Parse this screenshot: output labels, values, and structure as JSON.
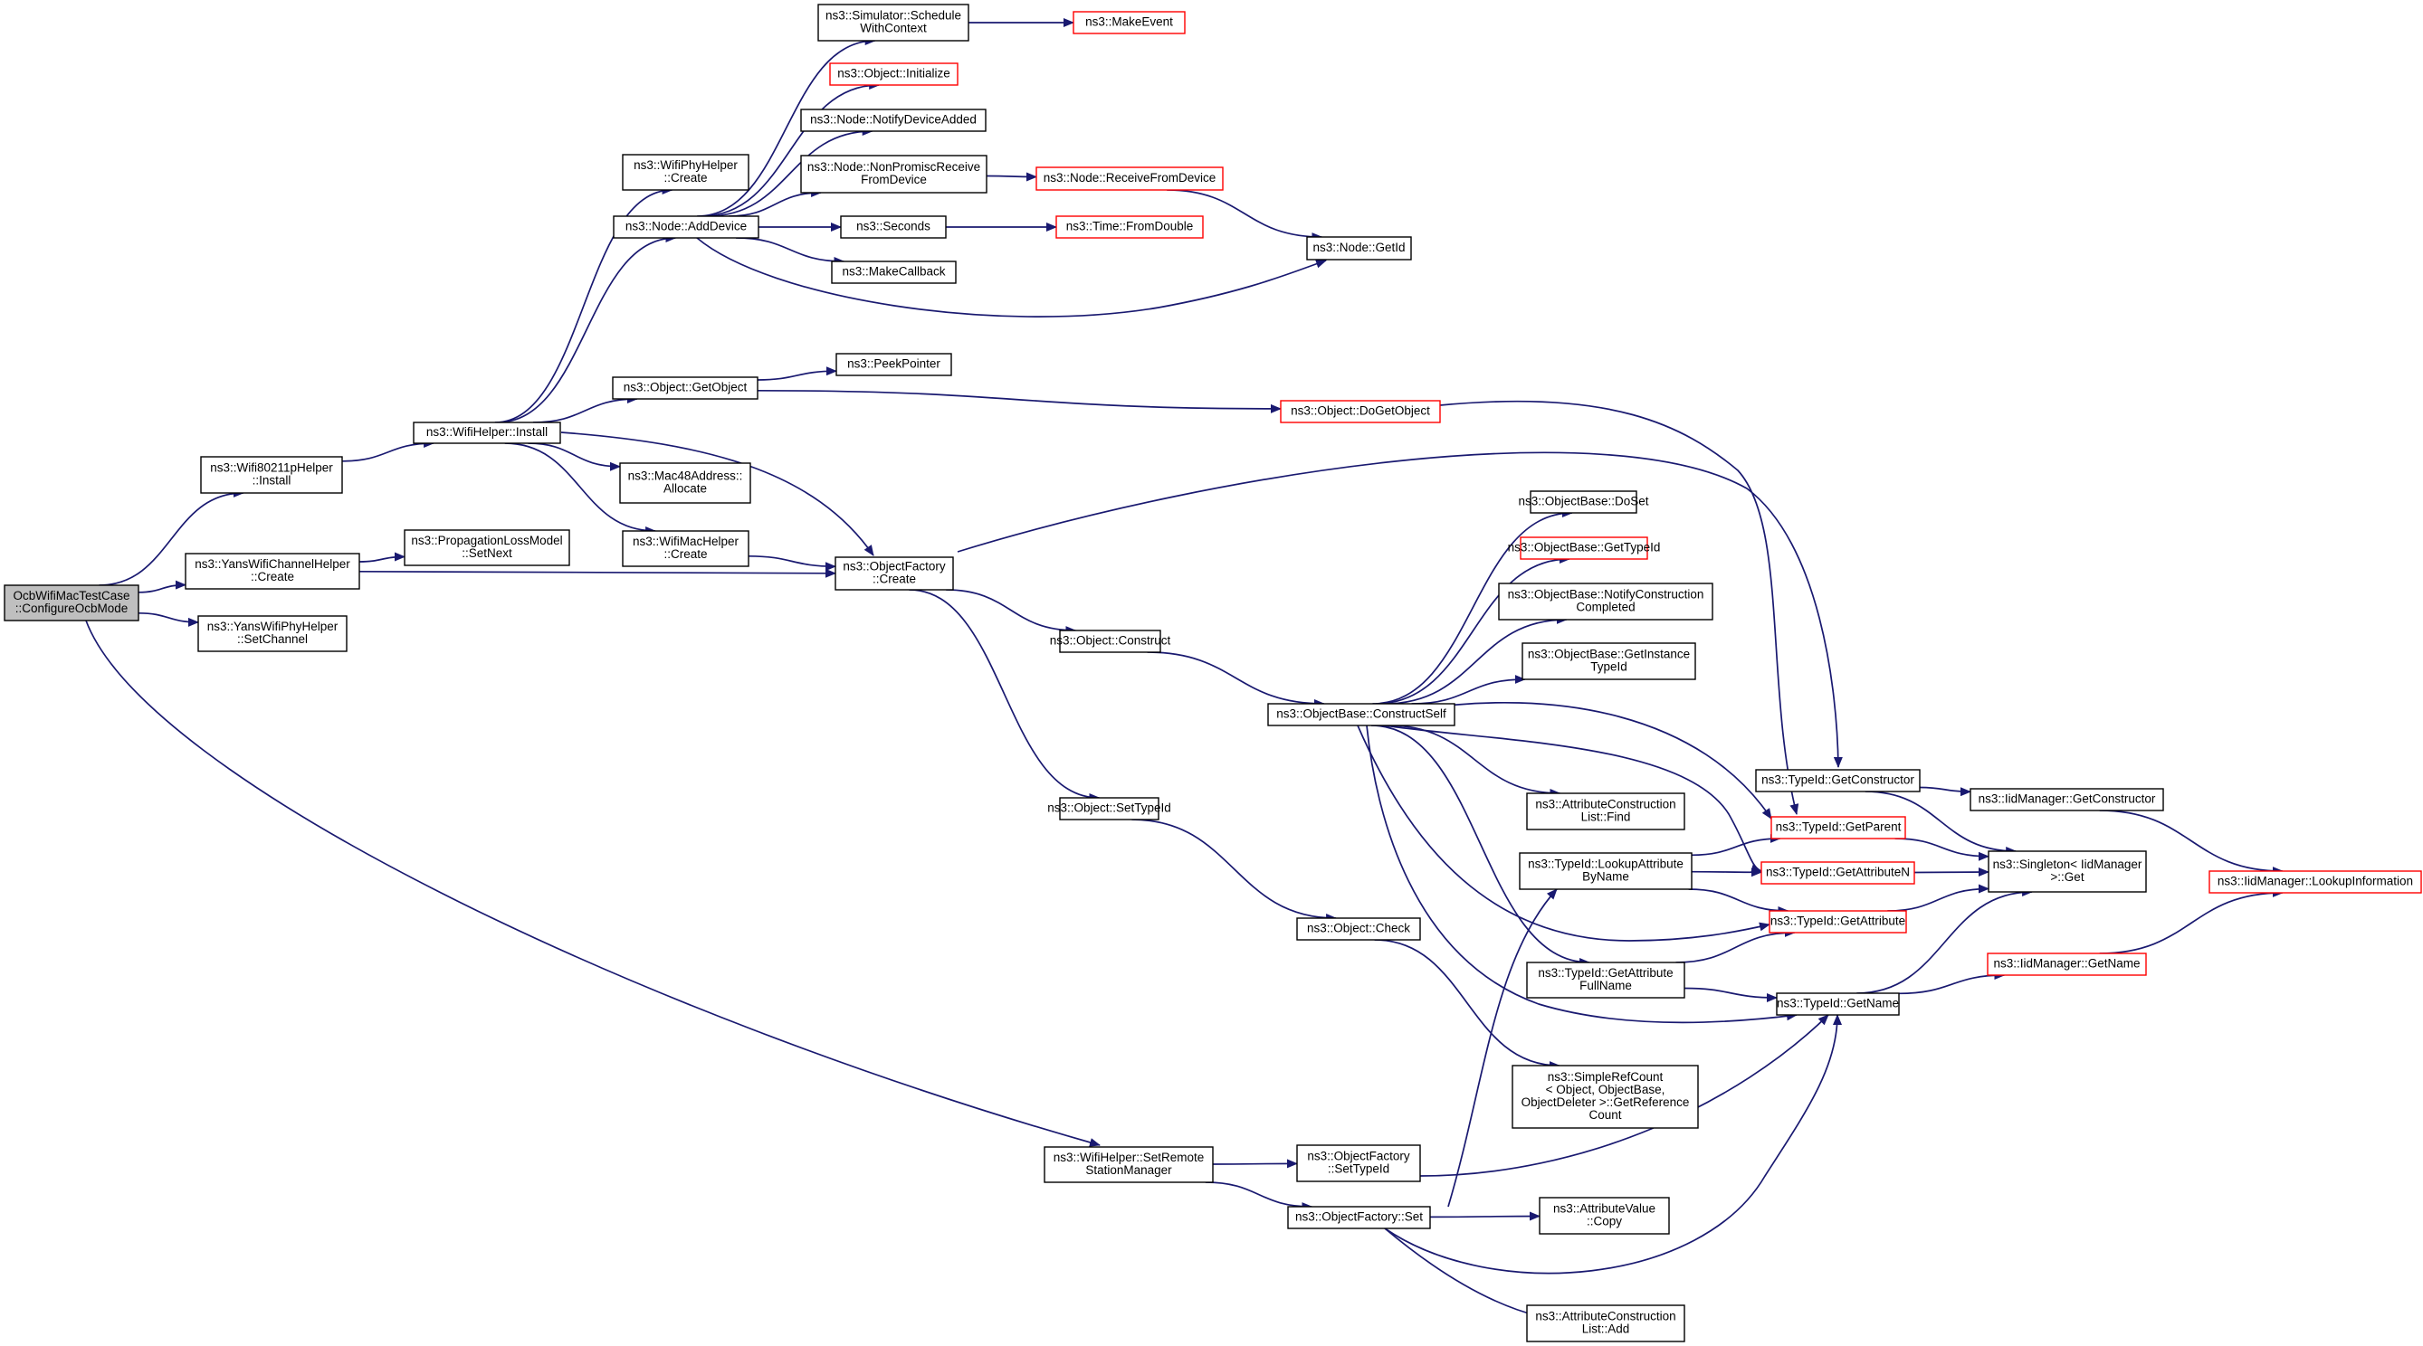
{
  "diagram": {
    "type": "call-graph",
    "edge_color": "#191970",
    "node_border_default": "#000000",
    "node_border_truncated": "#ff0000",
    "root_fill": "#bfbfbf",
    "nodes": [
      {
        "id": "root",
        "lines": [
          "OcbWifiMacTestCase",
          "::ConfigureOcbMode"
        ],
        "style": "root"
      },
      {
        "id": "wifi80211p_install",
        "lines": [
          "ns3::Wifi80211pHelper",
          "::Install"
        ]
      },
      {
        "id": "yans_chan_create",
        "lines": [
          "ns3::YansWifiChannelHelper",
          "::Create"
        ]
      },
      {
        "id": "yans_phy_setchannel",
        "lines": [
          "ns3::YansWifiPhyHelper",
          "::SetChannel"
        ]
      },
      {
        "id": "wifihelper_setremote",
        "lines": [
          "ns3::WifiHelper::SetRemote",
          "StationManager"
        ]
      },
      {
        "id": "wifihelper_install",
        "lines": [
          "ns3::WifiHelper::Install"
        ]
      },
      {
        "id": "proploss_setnext",
        "lines": [
          "ns3::PropagationLossModel",
          "::SetNext"
        ]
      },
      {
        "id": "wifiphy_create",
        "lines": [
          "ns3::WifiPhyHelper",
          "::Create"
        ]
      },
      {
        "id": "node_adddevice",
        "lines": [
          "ns3::Node::AddDevice"
        ]
      },
      {
        "id": "object_getobject",
        "lines": [
          "ns3::Object::GetObject"
        ]
      },
      {
        "id": "mac48_allocate",
        "lines": [
          "ns3::Mac48Address::",
          "Allocate"
        ]
      },
      {
        "id": "wifimac_create",
        "lines": [
          "ns3::WifiMacHelper",
          "::Create"
        ]
      },
      {
        "id": "sim_schedule",
        "lines": [
          "ns3::Simulator::Schedule",
          "WithContext"
        ]
      },
      {
        "id": "object_initialize",
        "lines": [
          "ns3::Object::Initialize"
        ],
        "style": "red"
      },
      {
        "id": "node_notify",
        "lines": [
          "ns3::Node::NotifyDeviceAdded"
        ]
      },
      {
        "id": "node_nonpromisc",
        "lines": [
          "ns3::Node::NonPromiscReceive",
          "FromDevice"
        ]
      },
      {
        "id": "seconds",
        "lines": [
          "ns3::Seconds"
        ]
      },
      {
        "id": "makecallback",
        "lines": [
          "ns3::MakeCallback"
        ]
      },
      {
        "id": "peekpointer",
        "lines": [
          "ns3::PeekPointer"
        ]
      },
      {
        "id": "objfactory_create",
        "lines": [
          "ns3::ObjectFactory",
          "::Create"
        ]
      },
      {
        "id": "makeevent",
        "lines": [
          "ns3::MakeEvent"
        ],
        "style": "red"
      },
      {
        "id": "node_receivefromdevice",
        "lines": [
          "ns3::Node::ReceiveFromDevice"
        ],
        "style": "red"
      },
      {
        "id": "time_fromdouble",
        "lines": [
          "ns3::Time::FromDouble"
        ],
        "style": "red"
      },
      {
        "id": "node_getid",
        "lines": [
          "ns3::Node::GetId"
        ]
      },
      {
        "id": "object_dogetobject",
        "lines": [
          "ns3::Object::DoGetObject"
        ],
        "style": "red"
      },
      {
        "id": "object_construct",
        "lines": [
          "ns3::Object::Construct"
        ]
      },
      {
        "id": "object_settypeid",
        "lines": [
          "ns3::Object::SetTypeId"
        ]
      },
      {
        "id": "objbase_constructself",
        "lines": [
          "ns3::ObjectBase::ConstructSelf"
        ]
      },
      {
        "id": "object_check",
        "lines": [
          "ns3::Object::Check"
        ]
      },
      {
        "id": "objfactory_settypeid",
        "lines": [
          "ns3::ObjectFactory",
          "::SetTypeId"
        ]
      },
      {
        "id": "objfactory_set",
        "lines": [
          "ns3::ObjectFactory::Set"
        ]
      },
      {
        "id": "objbase_doset",
        "lines": [
          "ns3::ObjectBase::DoSet"
        ]
      },
      {
        "id": "objbase_gettypeid",
        "lines": [
          "ns3::ObjectBase::GetTypeId"
        ],
        "style": "red"
      },
      {
        "id": "objbase_notifyconstruction",
        "lines": [
          "ns3::ObjectBase::NotifyConstruction",
          "Completed"
        ]
      },
      {
        "id": "objbase_getinstance",
        "lines": [
          "ns3::ObjectBase::GetInstance",
          "TypeId"
        ]
      },
      {
        "id": "attrconstruction_find",
        "lines": [
          "ns3::AttributeConstruction",
          "List::Find"
        ]
      },
      {
        "id": "typeid_lookupattr",
        "lines": [
          "ns3::TypeId::LookupAttribute",
          "ByName"
        ]
      },
      {
        "id": "typeid_getattrfullname",
        "lines": [
          "ns3::TypeId::GetAttribute",
          "FullName"
        ]
      },
      {
        "id": "simplerefcount",
        "lines": [
          "ns3::SimpleRefCount",
          "< Object, ObjectBase,",
          "ObjectDeleter >::GetReference",
          "Count"
        ]
      },
      {
        "id": "attrvalue_copy",
        "lines": [
          "ns3::AttributeValue",
          "::Copy"
        ]
      },
      {
        "id": "attrconstruction_add",
        "lines": [
          "ns3::AttributeConstruction",
          "List::Add"
        ]
      },
      {
        "id": "typeid_getconstructor",
        "lines": [
          "ns3::TypeId::GetConstructor"
        ]
      },
      {
        "id": "typeid_getparent",
        "lines": [
          "ns3::TypeId::GetParent"
        ],
        "style": "red"
      },
      {
        "id": "typeid_getattributen",
        "lines": [
          "ns3::TypeId::GetAttributeN"
        ],
        "style": "red"
      },
      {
        "id": "typeid_getattribute",
        "lines": [
          "ns3::TypeId::GetAttribute"
        ],
        "style": "red"
      },
      {
        "id": "typeid_getname",
        "lines": [
          "ns3::TypeId::GetName"
        ]
      },
      {
        "id": "iidmanager_getconstructor",
        "lines": [
          "ns3::IidManager::GetConstructor"
        ]
      },
      {
        "id": "singleton_get",
        "lines": [
          "ns3::Singleton< IidManager",
          ">::Get"
        ]
      },
      {
        "id": "iidmanager_getname",
        "lines": [
          "ns3::IidManager::GetName"
        ],
        "style": "red"
      },
      {
        "id": "iidmanager_lookupinfo",
        "lines": [
          "ns3::IidManager::LookupInformation"
        ],
        "style": "red"
      }
    ],
    "edges": [
      [
        "root",
        "wifi80211p_install"
      ],
      [
        "root",
        "yans_chan_create"
      ],
      [
        "root",
        "yans_phy_setchannel"
      ],
      [
        "root",
        "wifihelper_setremote"
      ],
      [
        "wifi80211p_install",
        "wifihelper_install"
      ],
      [
        "yans_chan_create",
        "proploss_setnext"
      ],
      [
        "yans_chan_create",
        "objfactory_create"
      ],
      [
        "wifihelper_install",
        "wifiphy_create"
      ],
      [
        "wifihelper_install",
        "node_adddevice"
      ],
      [
        "wifihelper_install",
        "object_getobject"
      ],
      [
        "wifihelper_install",
        "mac48_allocate"
      ],
      [
        "wifihelper_install",
        "wifimac_create"
      ],
      [
        "wifihelper_install",
        "objfactory_create"
      ],
      [
        "node_adddevice",
        "sim_schedule"
      ],
      [
        "node_adddevice",
        "object_initialize"
      ],
      [
        "node_adddevice",
        "node_notify"
      ],
      [
        "node_adddevice",
        "node_nonpromisc"
      ],
      [
        "node_adddevice",
        "seconds"
      ],
      [
        "node_adddevice",
        "makecallback"
      ],
      [
        "node_adddevice",
        "node_getid"
      ],
      [
        "sim_schedule",
        "makeevent"
      ],
      [
        "node_nonpromisc",
        "node_receivefromdevice"
      ],
      [
        "node_receivefromdevice",
        "node_getid"
      ],
      [
        "seconds",
        "time_fromdouble"
      ],
      [
        "object_getobject",
        "peekpointer"
      ],
      [
        "object_getobject",
        "object_dogetobject"
      ],
      [
        "object_dogetobject",
        "typeid_getparent"
      ],
      [
        "wifimac_create",
        "objfactory_create"
      ],
      [
        "objfactory_create",
        "typeid_getconstructor"
      ],
      [
        "objfactory_create",
        "object_construct"
      ],
      [
        "objfactory_create",
        "object_settypeid"
      ],
      [
        "object_construct",
        "objbase_constructself"
      ],
      [
        "object_settypeid",
        "object_check"
      ],
      [
        "object_check",
        "simplerefcount"
      ],
      [
        "objbase_constructself",
        "objbase_doset"
      ],
      [
        "objbase_constructself",
        "objbase_gettypeid"
      ],
      [
        "objbase_constructself",
        "objbase_notifyconstruction"
      ],
      [
        "objbase_constructself",
        "objbase_getinstance"
      ],
      [
        "objbase_constructself",
        "attrconstruction_find"
      ],
      [
        "objbase_constructself",
        "typeid_getattrfullname"
      ],
      [
        "objbase_constructself",
        "typeid_getparent"
      ],
      [
        "objbase_constructself",
        "typeid_getattributen"
      ],
      [
        "objbase_constructself",
        "typeid_getattribute"
      ],
      [
        "objbase_constructself",
        "typeid_getname"
      ],
      [
        "wifihelper_setremote",
        "objfactory_settypeid"
      ],
      [
        "wifihelper_setremote",
        "objfactory_set"
      ],
      [
        "objfactory_settypeid",
        "typeid_getname"
      ],
      [
        "objfactory_set",
        "typeid_lookupattr"
      ],
      [
        "objfactory_set",
        "attrvalue_copy"
      ],
      [
        "objfactory_set",
        "attrconstruction_add"
      ],
      [
        "objfactory_set",
        "typeid_getname"
      ],
      [
        "typeid_lookupattr",
        "typeid_getparent"
      ],
      [
        "typeid_lookupattr",
        "typeid_getattributen"
      ],
      [
        "typeid_lookupattr",
        "typeid_getattribute"
      ],
      [
        "typeid_getattrfullname",
        "typeid_getattribute"
      ],
      [
        "typeid_getattrfullname",
        "typeid_getname"
      ],
      [
        "typeid_getconstructor",
        "iidmanager_getconstructor"
      ],
      [
        "typeid_getconstructor",
        "singleton_get"
      ],
      [
        "typeid_getparent",
        "singleton_get"
      ],
      [
        "typeid_getattributen",
        "singleton_get"
      ],
      [
        "typeid_getattribute",
        "singleton_get"
      ],
      [
        "typeid_getname",
        "singleton_get"
      ],
      [
        "typeid_getname",
        "iidmanager_getname"
      ],
      [
        "iidmanager_getconstructor",
        "iidmanager_lookupinfo"
      ],
      [
        "iidmanager_getname",
        "iidmanager_lookupinfo"
      ]
    ]
  }
}
